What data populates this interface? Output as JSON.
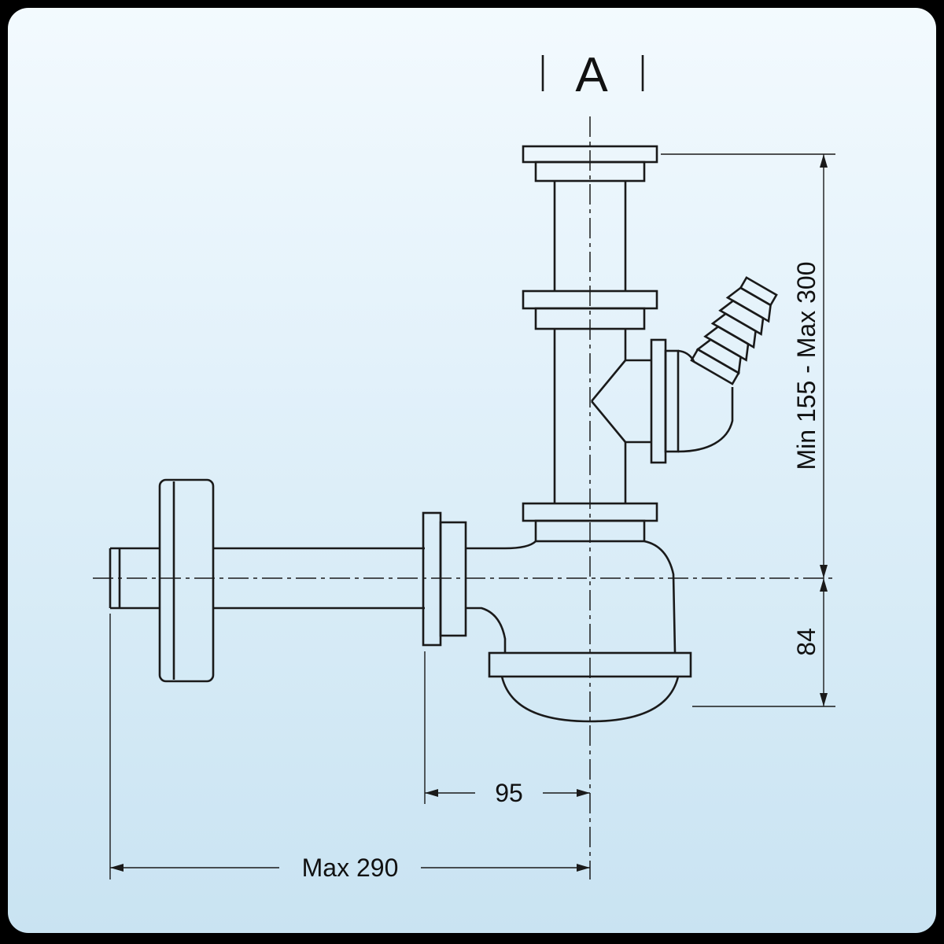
{
  "colors": {
    "frame": "#000000",
    "background_top": "#f3fafe",
    "background_bottom": "#c9e3f2",
    "line": "#1a1a1a"
  },
  "diagram": {
    "section_label": "A",
    "dimensions": {
      "height_range": "Min 155 - Max 300",
      "trap_height": "84",
      "trap_offset": "95",
      "max_width": "Max 290"
    }
  }
}
